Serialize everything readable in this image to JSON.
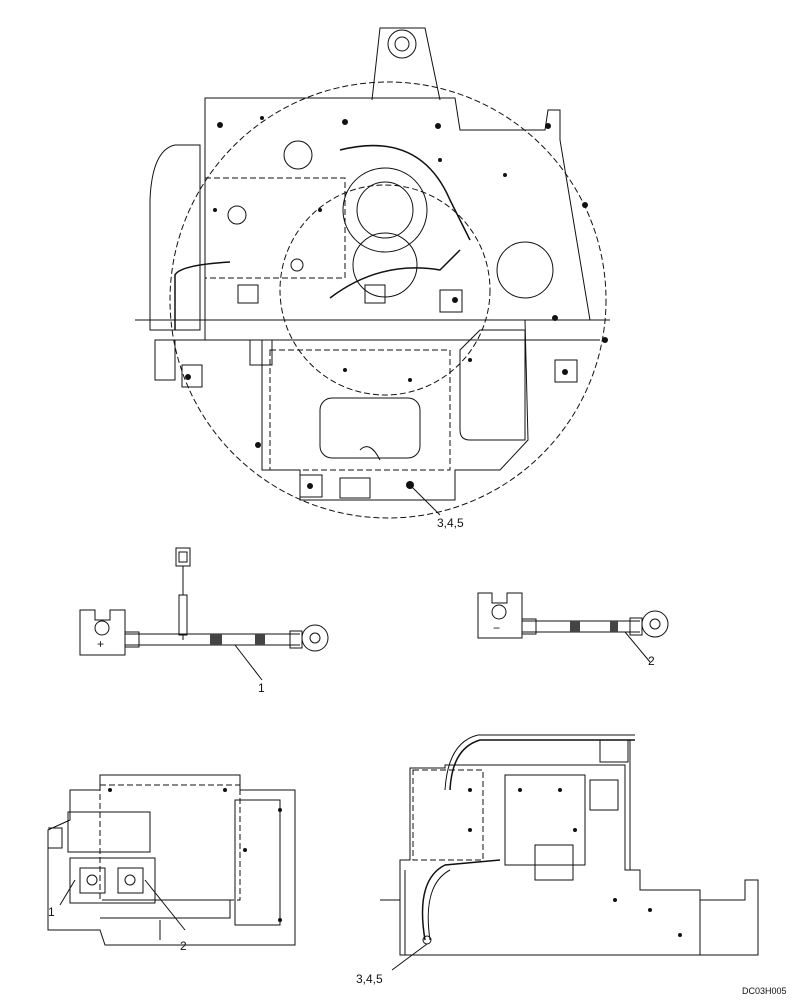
{
  "callouts": {
    "top_view": "3,4,5",
    "positive_cable": "1",
    "negative_cable": "2",
    "left_view_1": "1",
    "left_view_2": "2",
    "right_view": "3,4,5"
  },
  "terminals": {
    "positive": "+",
    "negative": "−"
  },
  "drawing_code": "DC03H005"
}
